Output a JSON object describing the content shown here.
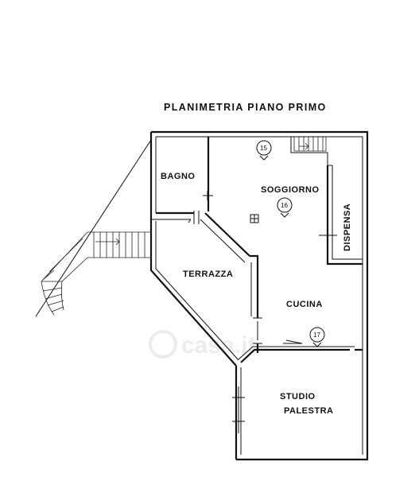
{
  "title": "PLANIMETRIA PIANO PRIMO",
  "rooms": {
    "bagno": "BAGNO",
    "soggiorno": "SOGGIORNO",
    "dispensa": "DISPENSA",
    "terrazza": "TERRAZZA",
    "cucina": "CUCINA",
    "studio": "STUDIO",
    "palestra": "PALESTRA"
  },
  "tags": {
    "t15": "15",
    "t16": "16",
    "t17": "17"
  },
  "watermark": "casa.it"
}
